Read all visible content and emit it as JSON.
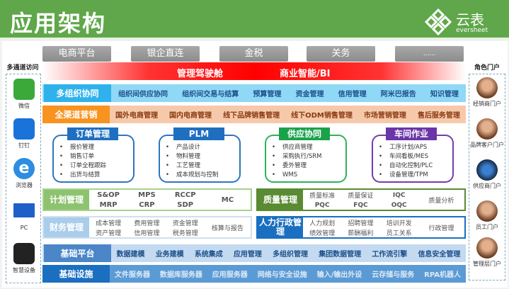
{
  "header": {
    "title": "应用架构",
    "logo_cn": "云表",
    "logo_en": "eversheet"
  },
  "channels": [
    "电商平台",
    "银企直连",
    "金税",
    "关务",
    "......"
  ],
  "left": {
    "title": "多通道访问",
    "items": [
      "微信",
      "钉钉",
      "浏览器",
      "PC",
      "智慧设备"
    ]
  },
  "right": {
    "title": "角色门户",
    "items": [
      "经销商门户",
      "品牌客户门户",
      "供应商门户",
      "员工门户",
      "管理层门户"
    ]
  },
  "bi": [
    "管理驾驶舱",
    "商业智能/BI"
  ],
  "multi_org": {
    "label": "多组织协同",
    "items": [
      "组织间供应协同",
      "组织间交易与结算",
      "预算管理",
      "资金管理",
      "信用管理",
      "阿米巴报告",
      "知识管理"
    ]
  },
  "marketing": {
    "label": "全渠道营销",
    "items": [
      "国外电商管理",
      "国内电商管理",
      "线下品牌销售管理",
      "线下ODM销售管理",
      "市场营销管理",
      "售后服务管理"
    ]
  },
  "modules": [
    {
      "title": "订单管理",
      "items": [
        "报价管理",
        "销售订单",
        "订单全程跟踪",
        "出货与结算"
      ]
    },
    {
      "title": "PLM",
      "items": [
        "产品设计",
        "物料管理",
        "工艺管理",
        "成本规划与控制"
      ]
    },
    {
      "title": "供应协同",
      "items": [
        "供应商管理",
        "采购执行/SRM",
        "委外管理",
        "WMS"
      ]
    },
    {
      "title": "车间作业",
      "items": [
        "工序计划/APS",
        "车间看板/MES",
        "自动化控制/PLC",
        "设备管理/TPM"
      ]
    }
  ],
  "plan": {
    "label": "计划管理",
    "items": [
      "S&OP",
      "MPS",
      "RCCP",
      "MRP",
      "CRP",
      "SDP"
    ],
    "side": "MC"
  },
  "quality": {
    "label": "质量管理",
    "items": [
      "质量标准",
      "质量保证",
      "IQC",
      "PQC",
      "FQC",
      "OQC"
    ],
    "side": "质量分析"
  },
  "finance": {
    "label": "财务管理",
    "items": [
      "成本管理",
      "费用管理",
      "资金管理",
      "资产管理",
      "信用管理",
      "税务管理"
    ],
    "side": "核算与报告"
  },
  "hr": {
    "label": "人力行政管理",
    "items": [
      "人力规划",
      "招聘管理",
      "培训开发",
      "绩效管理",
      "薪酬福利",
      "员工关系"
    ],
    "side": "行政管理"
  },
  "platform": {
    "label": "基础平台",
    "items": [
      "数据建模",
      "业务建模",
      "系统集成",
      "应用管理",
      "多组织管理",
      "集团数据管理",
      "工作流引擎",
      "信息安全管理"
    ]
  },
  "infra": {
    "label": "基础设施",
    "items": [
      "文件服务器",
      "数据库服务器",
      "应用服务器",
      "网络与安全设施",
      "输入/输出外设",
      "云存储与服务",
      "RPA机器人"
    ]
  }
}
